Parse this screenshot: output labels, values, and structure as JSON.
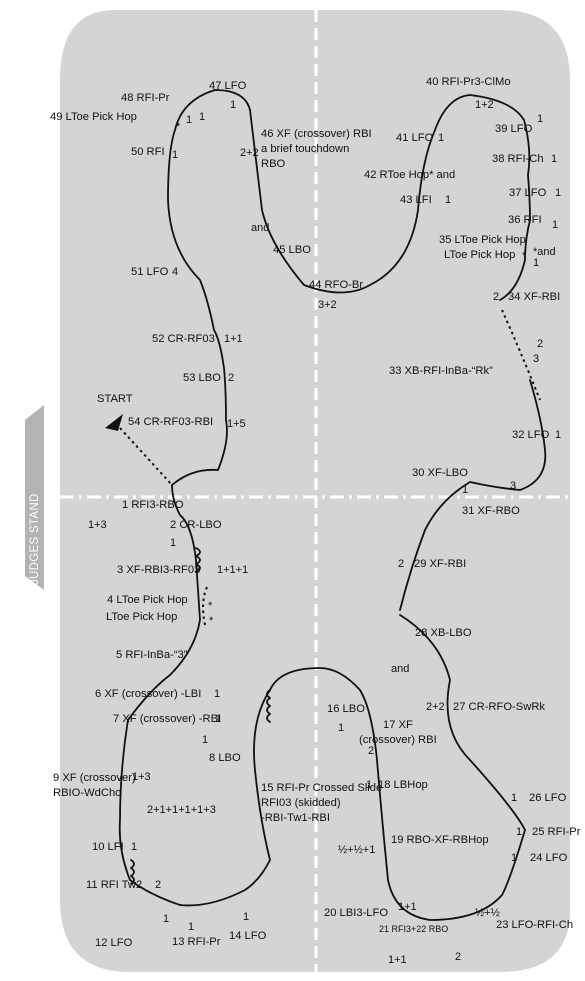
{
  "judges_stand": "JUDGES STAND",
  "start": "START",
  "colors": {
    "rink": "#d4d4d4",
    "line": "#ffffff",
    "trace": "#111111",
    "judges_bg": "#b3b3b3"
  },
  "elements": [
    {
      "id": "e1",
      "text": "1 RFI3-RBO"
    },
    {
      "id": "e2",
      "text": "2 CR-LBO"
    },
    {
      "id": "e3",
      "text": "3 XF-RBI3-RF03"
    },
    {
      "id": "e4a",
      "text": "4 LToe Pick Hop"
    },
    {
      "id": "e4b",
      "text": "LToe Pick Hop"
    },
    {
      "id": "e5",
      "text": "5 RFI-InBa-“3”"
    },
    {
      "id": "e6",
      "text": "6 XF (crossover) -LBI"
    },
    {
      "id": "e7",
      "text": "7 XF (crossover) -RBI"
    },
    {
      "id": "e8",
      "text": "8 LBO"
    },
    {
      "id": "e9a",
      "text": "9 XF (crossover)"
    },
    {
      "id": "e9b",
      "text": "RBIO-WdCho"
    },
    {
      "id": "e10",
      "text": "10 LFI"
    },
    {
      "id": "e11",
      "text": "11 RFI Tw2"
    },
    {
      "id": "e12",
      "text": "12 LFO"
    },
    {
      "id": "e13",
      "text": "13 RFI-Pr"
    },
    {
      "id": "e14",
      "text": "14 LFO"
    },
    {
      "id": "e15a",
      "text": "15 RFI-Pr Crossed Slide"
    },
    {
      "id": "e15b",
      "text": "RFI03 (skidded)"
    },
    {
      "id": "e15c",
      "text": "-RBI-Tw1-RBI"
    },
    {
      "id": "e16",
      "text": "16 LBO"
    },
    {
      "id": "e17a",
      "text": "17 XF"
    },
    {
      "id": "e17b",
      "text": "(crossover) RBI"
    },
    {
      "id": "e18",
      "text": "18 LBHop"
    },
    {
      "id": "e19",
      "text": "19 RBO-XF-RBHop"
    },
    {
      "id": "e20",
      "text": "20 LBI3-LFO"
    },
    {
      "id": "e21",
      "text": "21 RFI3+22 RBO"
    },
    {
      "id": "e23",
      "text": "23 LFO-RFI-Ch"
    },
    {
      "id": "e24",
      "text": "24 LFO"
    },
    {
      "id": "e25",
      "text": "25 RFI-Pr"
    },
    {
      "id": "e26",
      "text": "26 LFO"
    },
    {
      "id": "e27",
      "text": "27 CR-RFO-SwRk"
    },
    {
      "id": "e28",
      "text": "28 XB-LBO"
    },
    {
      "id": "e29",
      "text": "29 XF-RBI"
    },
    {
      "id": "e30",
      "text": "30 XF-LBO"
    },
    {
      "id": "e31",
      "text": "31 XF-RBO"
    },
    {
      "id": "e32",
      "text": "32 LFO"
    },
    {
      "id": "e33",
      "text": "33 XB-RFI-InBa-“Rk”"
    },
    {
      "id": "e34",
      "text": "34 XF-RBI"
    },
    {
      "id": "e35a",
      "text": "35 LToe Pick Hop"
    },
    {
      "id": "e35b",
      "text": "LToe Pick Hop"
    },
    {
      "id": "e36",
      "text": "36 RFI"
    },
    {
      "id": "e37",
      "text": "37 LFO"
    },
    {
      "id": "e38",
      "text": "38 RFI-Ch"
    },
    {
      "id": "e39",
      "text": "39 LFO"
    },
    {
      "id": "e40",
      "text": "40 RFI-Pr3-ClMo"
    },
    {
      "id": "e41",
      "text": "41 LFO"
    },
    {
      "id": "e42",
      "text": "42 RToe Hop* and"
    },
    {
      "id": "e43",
      "text": "43 LFI"
    },
    {
      "id": "e44",
      "text": "44 RFO-Br"
    },
    {
      "id": "e45",
      "text": "45 LBO"
    },
    {
      "id": "e46a",
      "text": "46 XF (crossover) RBI"
    },
    {
      "id": "e46b",
      "text": "a brief touchdown"
    },
    {
      "id": "e46c",
      "text": "RBO"
    },
    {
      "id": "e47",
      "text": "47 LFO"
    },
    {
      "id": "e48",
      "text": "48 RFI-Pr"
    },
    {
      "id": "e49",
      "text": "49 LToe Pick Hop"
    },
    {
      "id": "e50",
      "text": "50 RFI"
    },
    {
      "id": "e51",
      "text": "51 LFO"
    },
    {
      "id": "e52",
      "text": "52 CR-RF03"
    },
    {
      "id": "e53",
      "text": "53 LBO"
    },
    {
      "id": "e54",
      "text": "54 CR-RF03-RBI"
    }
  ],
  "counts": [
    {
      "id": "c1",
      "text": "1+3"
    },
    {
      "id": "c2",
      "text": "1"
    },
    {
      "id": "c3",
      "text": "1+1+1"
    },
    {
      "id": "c4",
      "text": "*"
    },
    {
      "id": "c5",
      "text": "*"
    },
    {
      "id": "c6",
      "text": "1"
    },
    {
      "id": "c7",
      "text": "1"
    },
    {
      "id": "c8",
      "text": "1"
    },
    {
      "id": "c9",
      "text": "1+3"
    },
    {
      "id": "c10",
      "text": "1"
    },
    {
      "id": "c11",
      "text": "2"
    },
    {
      "id": "c12",
      "text": "1"
    },
    {
      "id": "c13",
      "text": "1"
    },
    {
      "id": "c14",
      "text": "1"
    },
    {
      "id": "c15",
      "text": "2+1+1+1+1+3"
    },
    {
      "id": "c16",
      "text": "1"
    },
    {
      "id": "c17",
      "text": "2"
    },
    {
      "id": "c18",
      "text": "1"
    },
    {
      "id": "c19",
      "text": "½+½+1"
    },
    {
      "id": "c20",
      "text": "1+1"
    },
    {
      "id": "c21a",
      "text": "1+1"
    },
    {
      "id": "c21b",
      "text": "2"
    },
    {
      "id": "c23",
      "text": "½+½"
    },
    {
      "id": "c24",
      "text": "1"
    },
    {
      "id": "c25",
      "text": "1"
    },
    {
      "id": "c26",
      "text": "1"
    },
    {
      "id": "c27",
      "text": "2+2"
    },
    {
      "id": "c28",
      "text": "and"
    },
    {
      "id": "c29",
      "text": "2"
    },
    {
      "id": "c30",
      "text": "1"
    },
    {
      "id": "c31",
      "text": "3"
    },
    {
      "id": "c32",
      "text": "1"
    },
    {
      "id": "c33a",
      "text": "2"
    },
    {
      "id": "c33b",
      "text": "3"
    },
    {
      "id": "c34",
      "text": "2"
    },
    {
      "id": "c35a",
      "text": "*and"
    },
    {
      "id": "c35b",
      "text": "*"
    },
    {
      "id": "c35c",
      "text": "1"
    },
    {
      "id": "c36",
      "text": "1"
    },
    {
      "id": "c37",
      "text": "1"
    },
    {
      "id": "c38",
      "text": "1"
    },
    {
      "id": "c39",
      "text": "1"
    },
    {
      "id": "c40",
      "text": "1+2"
    },
    {
      "id": "c41",
      "text": "1"
    },
    {
      "id": "c43",
      "text": "1"
    },
    {
      "id": "c44",
      "text": "3+2"
    },
    {
      "id": "c45",
      "text": "and"
    },
    {
      "id": "c46",
      "text": "2+2"
    },
    {
      "id": "c47",
      "text": "1"
    },
    {
      "id": "c48",
      "text": "1"
    },
    {
      "id": "c49",
      "text": "*"
    },
    {
      "id": "c49b",
      "text": "1"
    },
    {
      "id": "c50",
      "text": "1"
    },
    {
      "id": "c51",
      "text": "4"
    },
    {
      "id": "c52",
      "text": "1+1"
    },
    {
      "id": "c53",
      "text": "2"
    },
    {
      "id": "c54",
      "text": "1+5"
    }
  ]
}
